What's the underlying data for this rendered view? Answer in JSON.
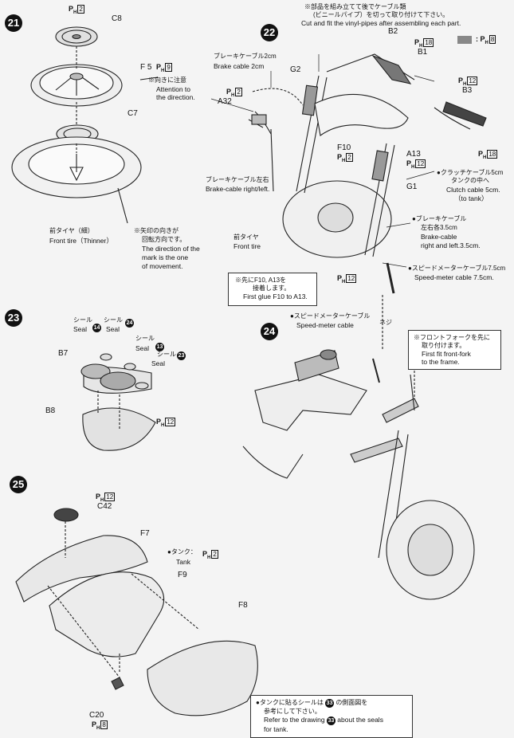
{
  "steps": {
    "s21": "21",
    "s22": "22",
    "s23": "23",
    "s24": "24",
    "s25": "25"
  },
  "s21": {
    "ph_top": "2",
    "c8": "C8",
    "f5": "F 5",
    "f5_ph": "9",
    "attention_jp": "※向きに注意",
    "attention_en1": "Attention to",
    "attention_en2": "the direction.",
    "c7": "C7",
    "front_tire_jp": "前タイヤ（細）",
    "front_tire_en": "Front tire（Thinner）",
    "arrow_jp1": "※矢印の向きが",
    "arrow_jp2": "回転方向です。",
    "arrow_en1": "The direction of the",
    "arrow_en2": "mark is the one",
    "arrow_en3": "of movement."
  },
  "s22": {
    "note_jp1": "※部品を組み立てて後でケーブル類",
    "note_jp2": "(ビニールパイプ）を切って取り付けて下さい。",
    "note_en": "Cut and fit the vinyl-pipes after assembling each part.",
    "b2": "B2",
    "b1": "B1",
    "b1_ph": "18",
    "legend_ph": "8",
    "b3": "B3",
    "b3_ph": "12",
    "b3_ph2": "18",
    "brake2_jp": "ブレーキケーブル2cm",
    "brake2_en": "Brake cable 2cm",
    "g2": "G2",
    "ph2": "2",
    "a32": "A32",
    "f10": "F10",
    "f10_ph": "2",
    "a13": "A13",
    "a13_ph": "12",
    "g1": "G1",
    "brake_rl_jp": "ブレーキケーブル左右",
    "brake_rl_en": "Brake-cable right/left.",
    "clutch_jp1": "●クラッチケーブル5cm",
    "clutch_jp2": "タンクの中へ",
    "clutch_en1": "Clutch cable 5cm.",
    "clutch_en2": "（to tank）",
    "brake35_jp1": "●ブレーキケーブル",
    "brake35_jp2": "左右各3.5cm",
    "brake35_en1": "Brake-cable",
    "brake35_en2": "right and left.3.5cm.",
    "front_tire_jp": "前タイヤ",
    "front_tire_en": "Front tire",
    "speedo_jp": "●スピードメーターケーブル7.5cm",
    "speedo_en": "Speed-meter cable 7.5cm.",
    "glue_jp1": "※先にF10, A13を",
    "glue_jp2": "接着します。",
    "glue_en": "First glue F10 to A13.",
    "screw_ph": "12"
  },
  "s23": {
    "seal_jp": "シール",
    "seal_en": "Seal",
    "n14": "14",
    "n24": "24",
    "n13": "13",
    "n23": "23",
    "b7": "B7",
    "b8": "B8",
    "ph": "12"
  },
  "s24": {
    "speedo_jp": "●スピードメーターケーブル",
    "speedo_en": "Speed-meter cable",
    "screw_jp": "ネジ",
    "fork_jp1": "※フロントフォークを先に",
    "fork_jp2": "取り付けます。",
    "fork_en1": "First fit front-fork",
    "fork_en2": "to the frame."
  },
  "s25": {
    "c42_ph": "12",
    "c42": "C42",
    "f7": "F7",
    "tank_jp": "●タンク：",
    "tank_en": "Tank",
    "tank_ph": "2",
    "f9": "F9",
    "f8": "F8",
    "c20": "C20",
    "c20_ph": "8",
    "seal_jp1": "●タンクに貼るシールは",
    "seal_jp2": "の側面図を",
    "seal_jp3": "参考にして下さい。",
    "seal_en1": "Refer to the drawing",
    "seal_en2": "about the seals",
    "seal_en3": "for tank.",
    "ref": "33"
  }
}
